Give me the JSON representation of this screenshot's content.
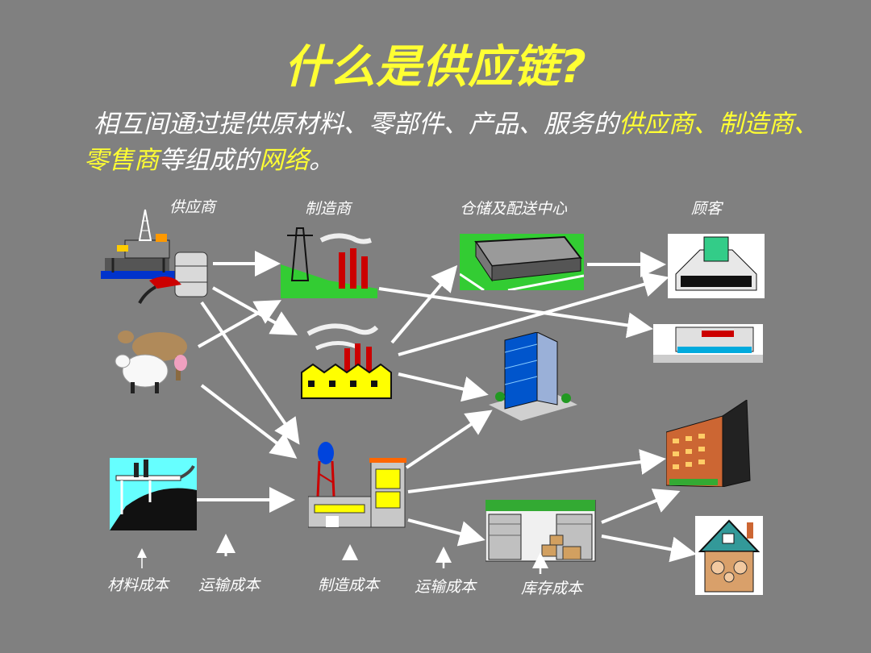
{
  "title": "什么是供应链?",
  "intro": {
    "p1": "相互间通过提供原材料、零部件、产品、服务的",
    "supplier": "供应商",
    "sep1": "、",
    "manufacturer": "制造商",
    "sep2": "、",
    "retailer": "零售商",
    "p2": "等组成的",
    "network": "网络",
    "end": "。"
  },
  "columns": {
    "supplier": "供应商",
    "manufacturer": "制造商",
    "warehouse": "仓储及配送中心",
    "customer": "顾客"
  },
  "costs": {
    "material": "材料成本",
    "transport1": "运输成本",
    "manufacturing": "制造成本",
    "transport2": "运输成本",
    "inventory": "库存成本"
  },
  "colors": {
    "background": "#808080",
    "highlight": "#ffff33",
    "arrow": "#ffffff"
  }
}
